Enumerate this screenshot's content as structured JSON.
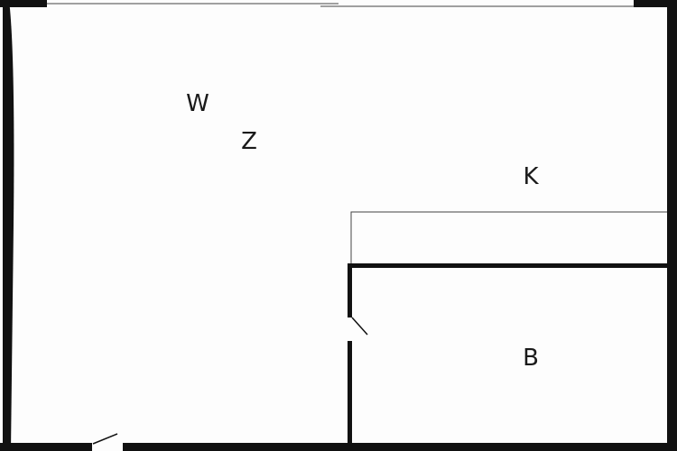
{
  "plan": {
    "rooms": [
      {
        "id": "wz-line1",
        "label": "W"
      },
      {
        "id": "wz-line2",
        "label": "Z"
      },
      {
        "id": "kitchen",
        "label": "K"
      },
      {
        "id": "bathroom",
        "label": "B"
      }
    ],
    "colors": {
      "wall": "#111111",
      "thin_line": "#444444",
      "floor": "#fdfdfd",
      "label": "#1a1a1a"
    }
  }
}
